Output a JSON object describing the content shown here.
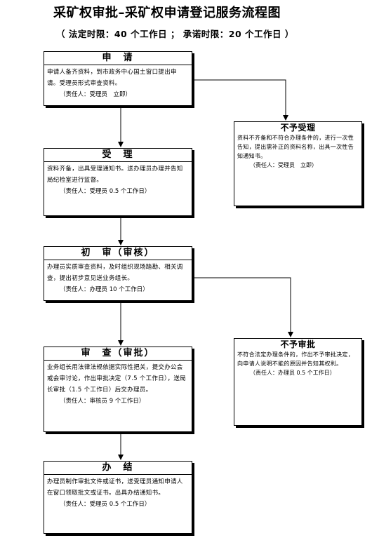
{
  "title": "采矿权审批–采矿权申请登记服务流程图",
  "subtitle": "（ 法定时限：40 个工作日 ； 承诺时限：20 个工作日 ）",
  "boxes": {
    "apply": {
      "heading": "申　请",
      "text": "申请人备齐资料，到市政务中心国土窗口提出申请。受理员形式审查资料。",
      "resp": "（责任人：受理员　立即）"
    },
    "accept": {
      "heading": "受　理",
      "text": "资料齐备，出具受理通知书。送办理员办理并告知局纪检室进行监督。",
      "resp": "（责任人：受理员 0.5 个工作日）"
    },
    "initial": {
      "heading": "初　审（审核）",
      "text": "办理员实质审查资料，及时组织现场踏勘、相关调查，提出初步意见送业务组长。",
      "resp": "（责任人：办理员 10 个工作日）"
    },
    "review": {
      "heading": "审　查（审批）",
      "text": "业务组长用法律法规依据实际性把关，提交办公会或会审讨论，作出审批决定（7.5 个工作日），送局长审批（1.5 个工作日）后交办理员。",
      "resp": "（责任人：审核员 9 个工作日）"
    },
    "complete": {
      "heading": "办　结",
      "text": "办理员制作审批文件或证书，送受理员通知申请人在窗口领取批文或证书。出具办结通知书。",
      "resp": "（责任人：受理员 0.5 个工作日）"
    },
    "reject_accept": {
      "heading": "不予受理",
      "text": "资料不齐备和不符合办理条件的，进行一次性告知，提出需补正的资料名称，出具一次性告知通知书。",
      "resp": "（责任人：受理员　立即）"
    },
    "reject_approve": {
      "heading": "不予审批",
      "text": "不符合法定办理条件的，作出不予审批决定，向申请人说明不能的原因并告知其权利。",
      "resp": "（责任人：办理员 0.5 个工作日）"
    }
  }
}
